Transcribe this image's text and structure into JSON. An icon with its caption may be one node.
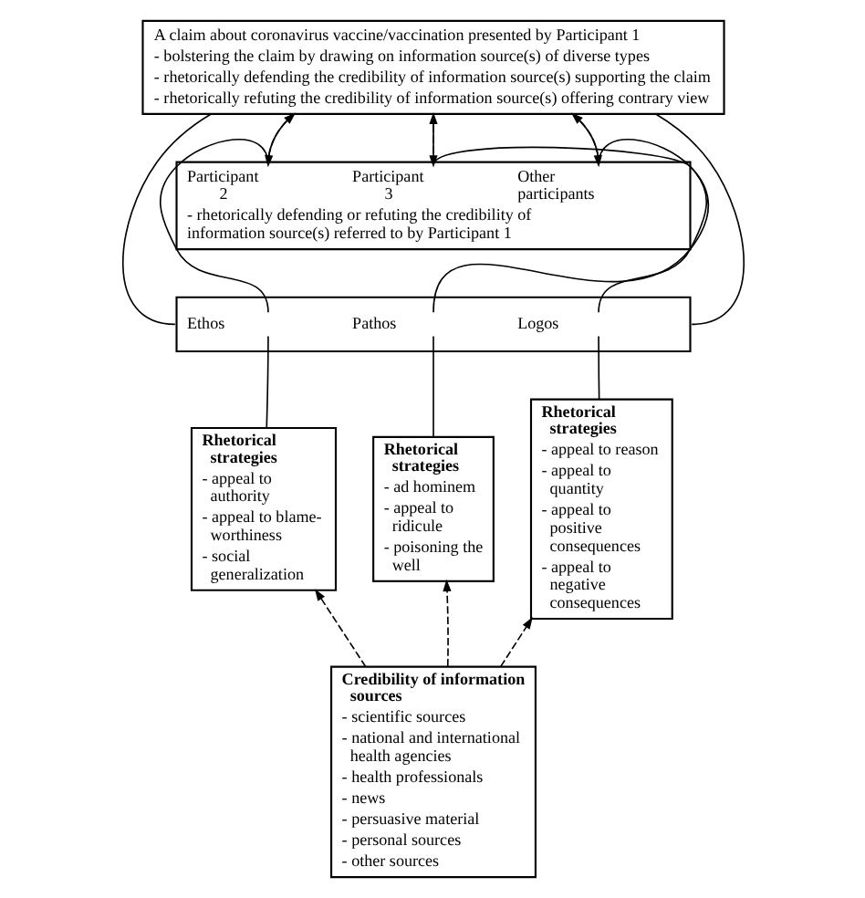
{
  "diagram": {
    "nodes": [
      {
        "text": [
          "A claim about coronavirus vaccine/vaccination presented by Participant 1",
          "- bolstering the claim by drawing on information source(s) of diverse types",
          "- rhetorically defending the credibility of information source(s) supporting the claim",
          "- rhetorically refuting the credibility of information source(s) offering contrary view"
        ]
      },
      {
        "text": [
          "Participant 2",
          "Participant 3",
          "Other participants",
          "- rhetorically defending or refuting the credibility of information source(s) referred to by Participant 1"
        ]
      },
      {
        "text": [
          "Ethos",
          "Pathos",
          "Logos"
        ]
      },
      {
        "text": [
          "Rhetorical strategies",
          "- appeal to authority",
          "- appeal to blame-worthiness",
          "- social generalization"
        ]
      },
      {
        "text": [
          "Rhetorical strategies",
          "- ad hominem",
          "- appeal to ridicule",
          "- poisoning the well"
        ]
      },
      {
        "text": [
          "Rhetorical strategies",
          "- appeal to reason",
          "- appeal to quantity",
          "- appeal to positive consequences",
          "- appeal to negative consequences"
        ]
      },
      {
        "text": [
          "Credibility of information sources",
          "- scientific sources",
          "- national and international health agencies",
          "- health professionals",
          "- news",
          "- persuasive material",
          "- personal sources",
          "- other sources"
        ]
      }
    ],
    "edges": [
      {
        "from": 1,
        "to": 0,
        "arrow": "to"
      },
      {
        "from": 0,
        "to": 1,
        "arrow": "to",
        "style": "dashed"
      },
      {
        "from": 1,
        "to": 0,
        "arrow": "to"
      },
      {
        "from": 0,
        "to": 1,
        "arrow": "to",
        "style": "dashed"
      },
      {
        "from": 1,
        "to": 0,
        "arrow": "to"
      },
      {
        "from": 0,
        "to": 1,
        "arrow": "to",
        "style": "dashed"
      },
      {
        "from": 0,
        "to": 2,
        "arrow": "none"
      },
      {
        "from": 1,
        "to": 2,
        "arrow": "none"
      },
      {
        "from": 1,
        "to": 2,
        "arrow": "none"
      },
      {
        "from": 1,
        "to": 2,
        "arrow": "none"
      },
      {
        "from": 0,
        "to": 2,
        "arrow": "none"
      },
      {
        "from": 2,
        "to": 3,
        "arrow": "none"
      },
      {
        "from": 2,
        "to": 4,
        "arrow": "none"
      },
      {
        "from": 2,
        "to": 5,
        "arrow": "none"
      },
      {
        "from": 6,
        "to": 3,
        "arrow": "to",
        "style": "dashed"
      },
      {
        "from": 6,
        "to": 4,
        "arrow": "to",
        "style": "dashed"
      },
      {
        "from": 6,
        "to": 5,
        "arrow": "to",
        "style": "dashed"
      }
    ]
  }
}
